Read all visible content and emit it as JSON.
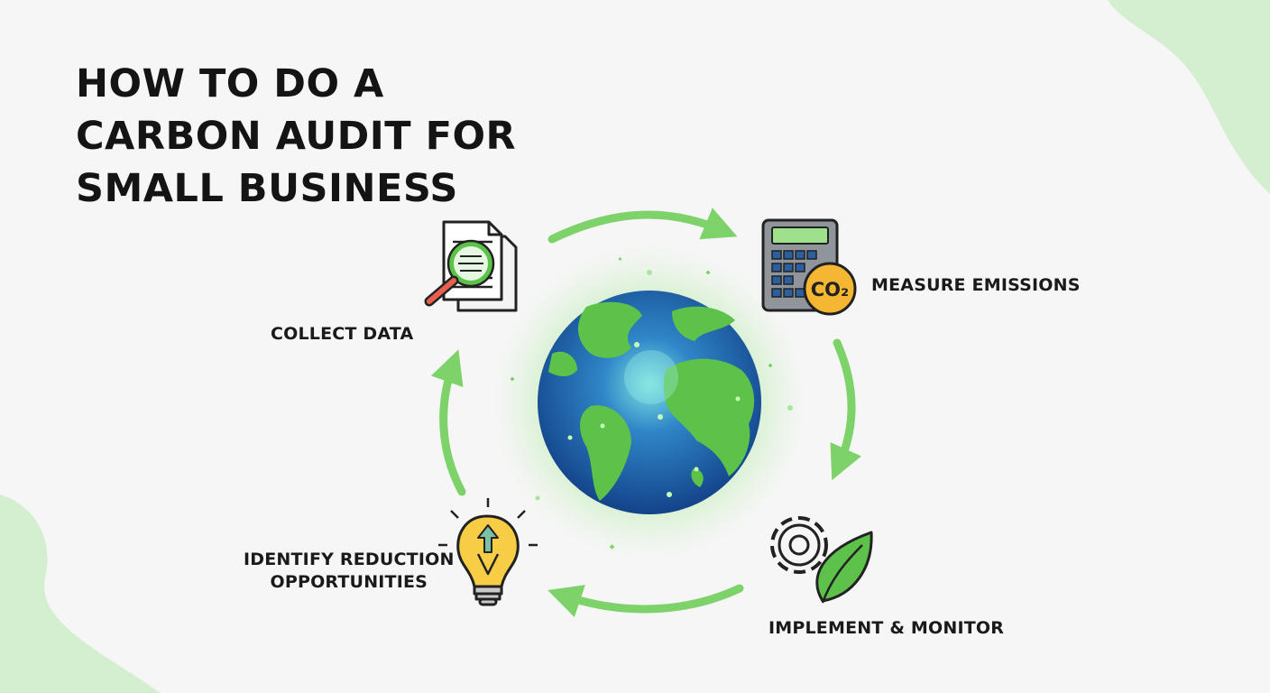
{
  "title_lines": [
    "HOW TO DO A",
    "CARBON AUDIT FOR",
    "SMALL BUSINESS"
  ],
  "steps": {
    "collect": {
      "label": "COLLECT DATA",
      "icon": "document-magnifier-icon"
    },
    "measure": {
      "label": "MEASURE EMISSIONS",
      "icon": "calculator-co2-icon",
      "badge": "CO₂"
    },
    "implement": {
      "label": "IMPLEMENT & MONITOR",
      "icon": "gear-leaf-icon"
    },
    "identify": {
      "label_lines": [
        "IDENTIFY REDUCTION",
        "OPPORTUNITIES"
      ],
      "icon": "lightbulb-arrows-icon"
    }
  },
  "center": {
    "icon": "glowing-globe-icon"
  },
  "colors": {
    "arrow": "#7dd36a",
    "blob": "#cdeccb",
    "ocean": "#1f5fa6",
    "land": "#5cc24a",
    "badge": "#f5b731",
    "bulb": "#f7cd45",
    "text": "#141414"
  }
}
